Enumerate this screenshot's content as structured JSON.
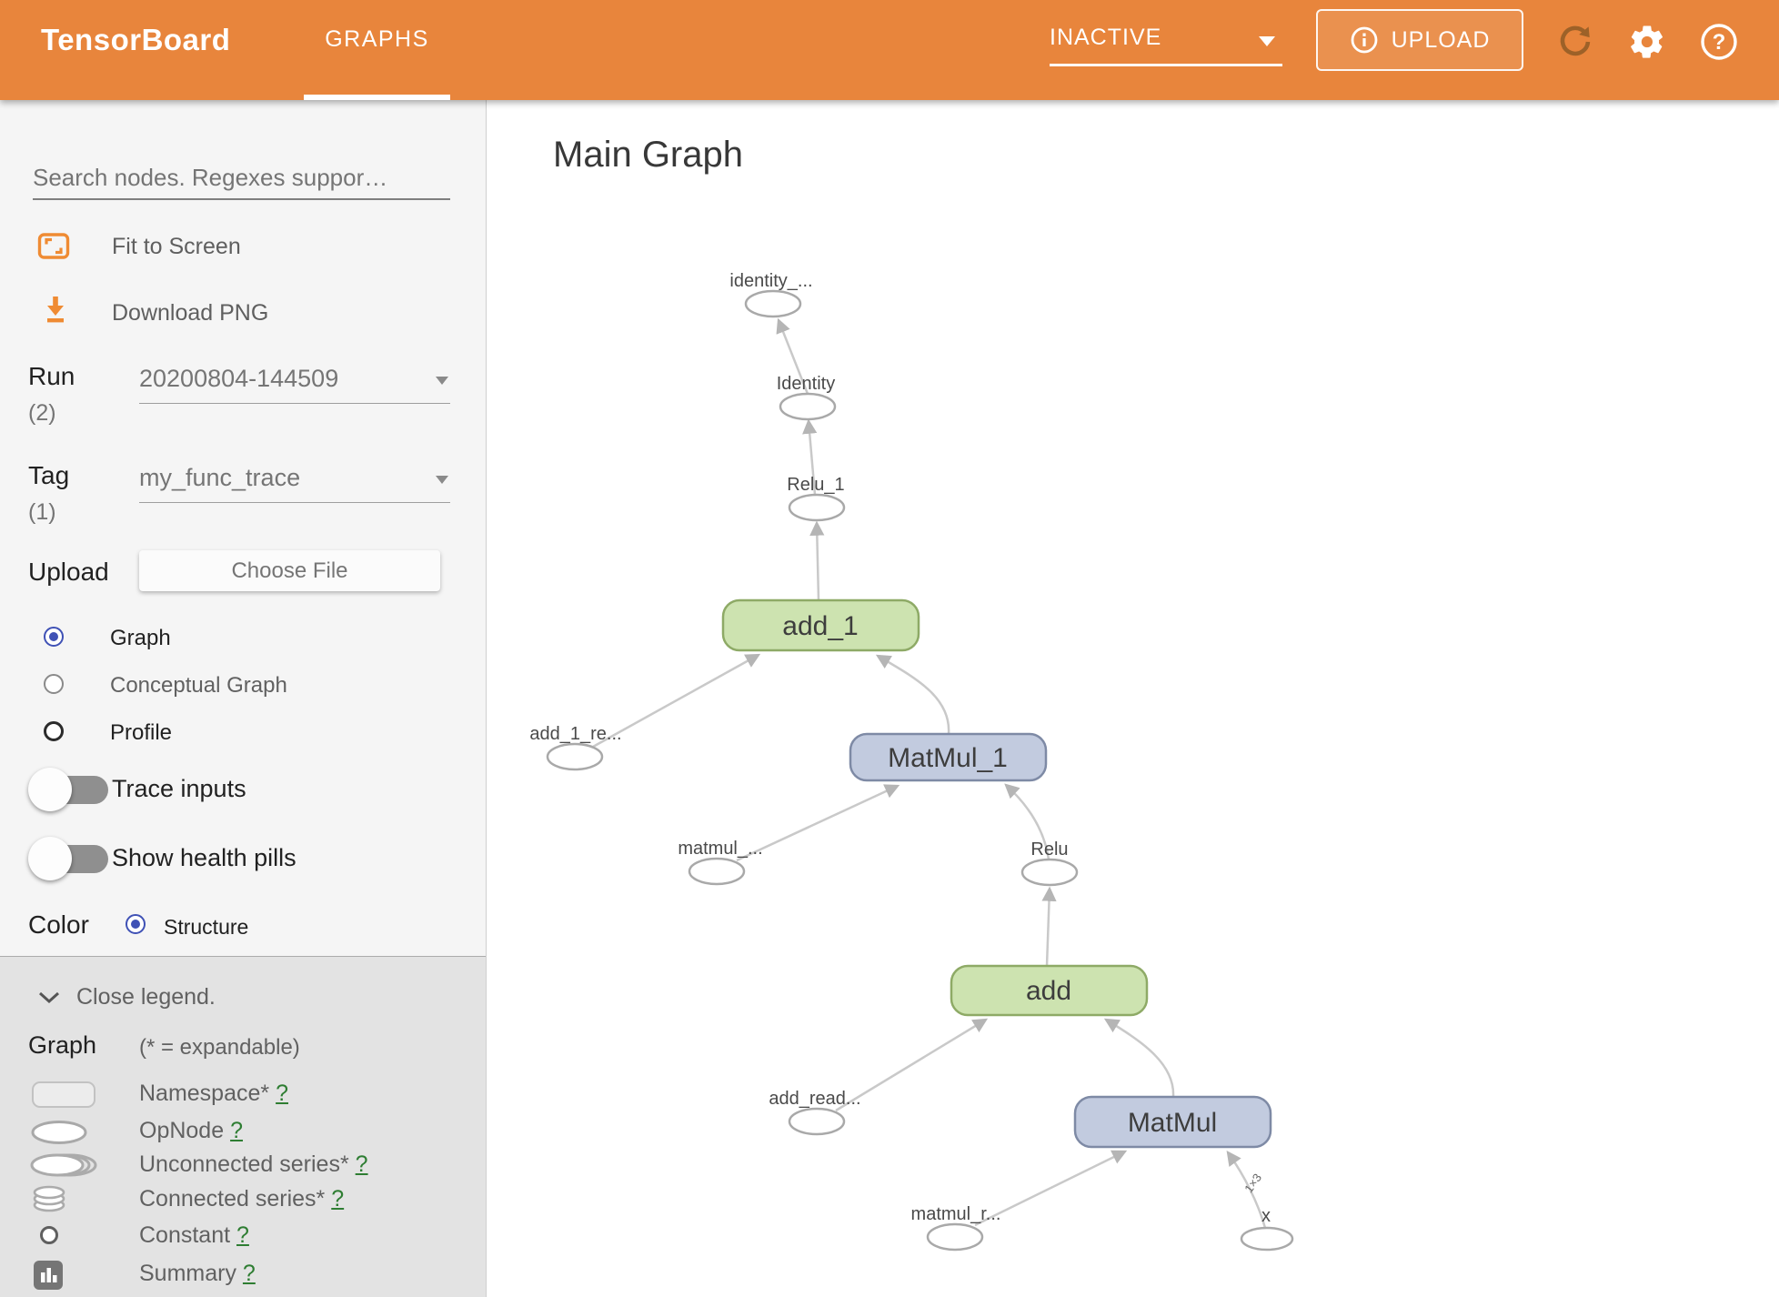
{
  "header": {
    "logo": "TensorBoard",
    "tab": "GRAPHS",
    "status_dropdown": "INACTIVE",
    "upload_label": "UPLOAD",
    "help_glyph": "?"
  },
  "sidebar": {
    "search_placeholder": "Search nodes. Regexes suppor…",
    "fit_to_screen": "Fit to Screen",
    "download_png": "Download PNG",
    "run": {
      "label": "Run",
      "count": "(2)",
      "value": "20200804-144509"
    },
    "tag": {
      "label": "Tag",
      "count": "(1)",
      "value": "my_func_trace"
    },
    "upload": {
      "label": "Upload",
      "button": "Choose File"
    },
    "views": [
      {
        "label": "Graph"
      },
      {
        "label": "Conceptual Graph"
      },
      {
        "label": "Profile"
      }
    ],
    "toggles": [
      {
        "label": "Trace inputs"
      },
      {
        "label": "Show health pills"
      }
    ],
    "color": {
      "label": "Color",
      "option": "Structure"
    },
    "legend": {
      "close": "Close legend.",
      "heading": "Graph",
      "note": "(* = expandable)",
      "items": [
        {
          "icon": "namespace",
          "label": "Namespace*",
          "help": "?"
        },
        {
          "icon": "op-node",
          "label": "OpNode",
          "help": "?"
        },
        {
          "icon": "unconnected-series",
          "label": "Unconnected series*",
          "help": "?"
        },
        {
          "icon": "connected-series",
          "label": "Connected series*",
          "help": "?"
        },
        {
          "icon": "constant",
          "label": "Constant",
          "help": "?"
        },
        {
          "icon": "summary",
          "label": "Summary",
          "help": "?"
        }
      ]
    }
  },
  "main": {
    "title": "Main Graph"
  },
  "graph": {
    "op_nodes": [
      {
        "label": "add_1"
      },
      {
        "label": "MatMul_1"
      },
      {
        "label": "add"
      },
      {
        "label": "MatMul"
      }
    ],
    "small_nodes": [
      {
        "label": "identity_..."
      },
      {
        "label": "Identity"
      },
      {
        "label": "Relu_1"
      },
      {
        "label": "add_1_re..."
      },
      {
        "label": "matmul_..."
      },
      {
        "label": "Relu"
      },
      {
        "label": "add_read..."
      },
      {
        "label": "matmul_r..."
      },
      {
        "label": "x"
      }
    ],
    "edge_label": "1×3"
  },
  "colors": {
    "header_bg": "#e8853c",
    "accent_orange": "#ef8b33",
    "radio_selected_blue": "#3f51b5",
    "green_fill": "#cde3b0",
    "green_border": "#8eaa66",
    "blue_fill": "#c2cbdf",
    "blue_border": "#7e8aa5",
    "help_link_green": "#2e7d32",
    "edge_gray": "#c9c9c9"
  }
}
